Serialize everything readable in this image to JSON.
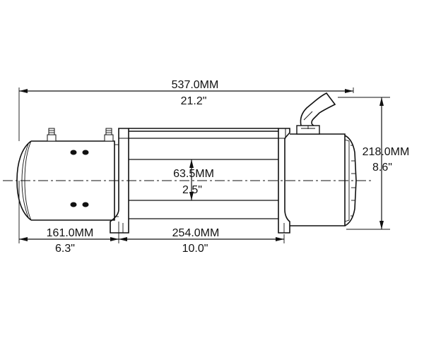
{
  "dimensions": {
    "overall_length_mm": "537.0MM",
    "overall_length_in": "21.2\"",
    "height_mm": "218.0MM",
    "height_in": "8.6\"",
    "drum_diameter_mm": "63.5MM",
    "drum_diameter_in": "2.5\"",
    "motor_length_mm": "161.0MM",
    "motor_length_in": "6.3\"",
    "mount_spacing_mm": "254.0MM",
    "mount_spacing_in": "10.0\""
  }
}
